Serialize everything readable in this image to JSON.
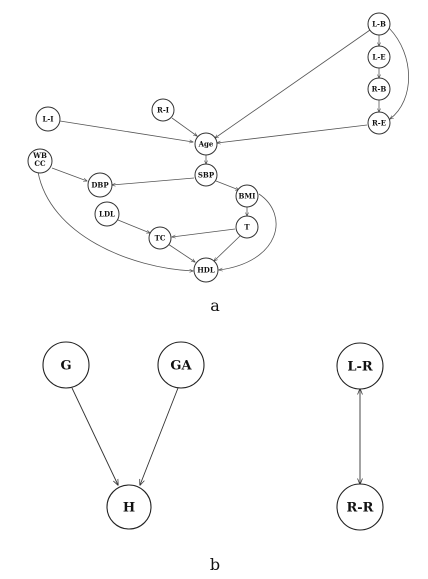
{
  "panel_a": {
    "label": "a",
    "nodes": {
      "lb": "L-B",
      "le": "L-E",
      "rb": "R-B",
      "re": "R-E",
      "li": "L-I",
      "ri": "R-I",
      "age": "Age",
      "wbcc": [
        "WB",
        "CC"
      ],
      "sbp": "SBP",
      "dbp": "DBP",
      "bmi": "BMI",
      "ldl": "LDL",
      "t": "T",
      "tc": "TC",
      "hdl": "HDL"
    }
  },
  "panel_b": {
    "label": "b",
    "nodes": {
      "g": "G",
      "ga": "GA",
      "h": "H",
      "lr": "L-R",
      "rr": "R-R"
    }
  }
}
